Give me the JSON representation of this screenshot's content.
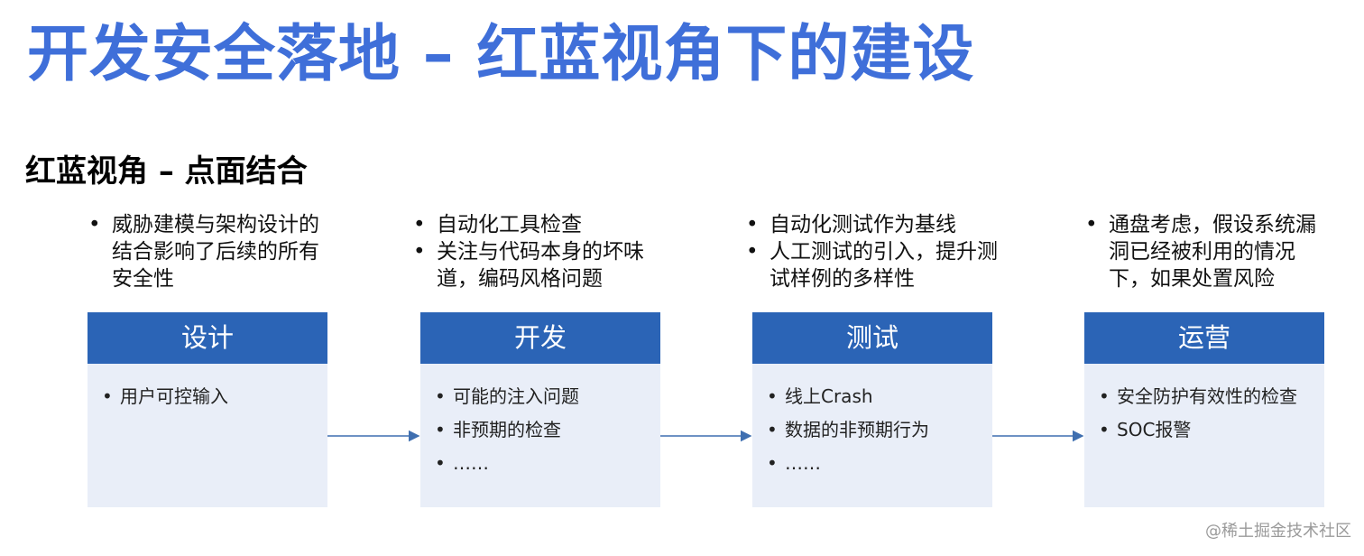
{
  "title": "开发安全落地 – 红蓝视角下的建设",
  "subtitle": "红蓝视角 – 点面结合",
  "stages": [
    {
      "name": "设计",
      "notes": [
        "威胁建模与架构设计的结合影响了后续的所有安全性"
      ],
      "items": [
        "用户可控输入"
      ]
    },
    {
      "name": "开发",
      "notes": [
        "自动化工具检查",
        "关注与代码本身的坏味道，编码风格问题"
      ],
      "items": [
        "可能的注入问题",
        "非预期的检查",
        "……"
      ]
    },
    {
      "name": "测试",
      "notes": [
        "自动化测试作为基线",
        "人工测试的引入，提升测试样例的多样性"
      ],
      "items": [
        "线上Crash",
        "数据的非预期行为",
        "……"
      ]
    },
    {
      "name": "运营",
      "notes": [
        "通盘考虑，假设系统漏洞已经被利用的情况下，如果处置风险"
      ],
      "items": [
        "安全防护有效性的检查",
        "SOC报警"
      ]
    }
  ],
  "watermark": "@稀土掘金技术社区",
  "colors": {
    "title": "#3f6fd9",
    "stage_header": "#2b64b6",
    "stage_body": "#e9eef8",
    "arrow": "#3f6fb0"
  }
}
